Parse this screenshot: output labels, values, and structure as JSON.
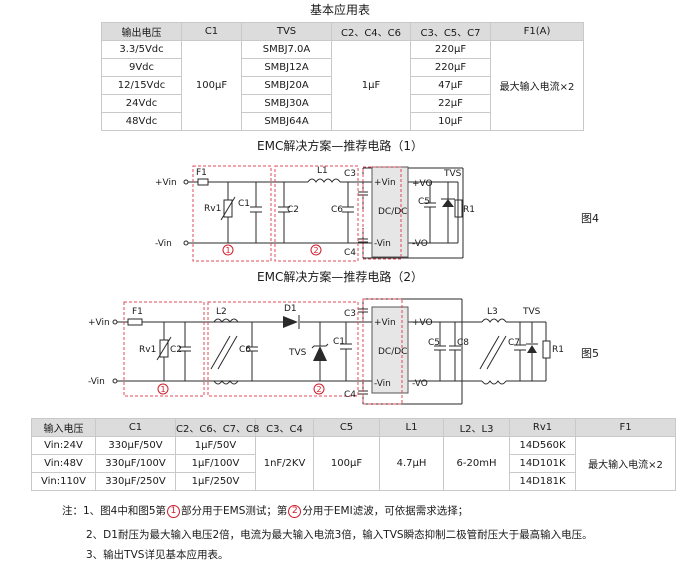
{
  "table1": {
    "title": "基本应用表",
    "headers": [
      "输出电压",
      "C1",
      "TVS",
      "C2、C4、C6",
      "C3、C5、C7",
      "F1(A)"
    ],
    "voltages": [
      "3.3/5Vdc",
      "9Vdc",
      "12/15Vdc",
      "24Vdc",
      "48Vdc"
    ],
    "c1": "100μF",
    "tvs": [
      "SMBJ7.0A",
      "SMBJ12A",
      "SMBJ20A",
      "SMBJ30A",
      "SMBJ64A"
    ],
    "c246": "1μF",
    "c357": [
      "220μF",
      "220μF",
      "47μF",
      "22μF",
      "10μF"
    ],
    "f1": "最大输入电流×2"
  },
  "circuit1": {
    "title": "EMC解决方案—推荐电路（1）",
    "figure": "图4",
    "labels": {
      "vin_pos": "+Vin",
      "vin_neg": "-Vin",
      "f1": "F1",
      "rv1": "Rv1",
      "c1": "C1",
      "c2": "C2",
      "l1": "L1",
      "c6": "C6",
      "c3": "C3",
      "c4": "C4",
      "c5": "C5",
      "r1": "R1",
      "tvs": "TVS",
      "mod_vin_pos": "+Vin",
      "mod_vin_neg": "-Vin",
      "mod_vo_pos": "+VO",
      "mod_vo_neg": "-VO",
      "module": "DC/DC",
      "circle1": "1",
      "circle2": "2"
    }
  },
  "circuit2": {
    "title": "EMC解决方案—推荐电路（2）",
    "figure": "图5",
    "labels": {
      "vin_pos": "+Vin",
      "vin_neg": "-Vin",
      "f1": "F1",
      "rv1": "Rv1",
      "c2": "C2",
      "l2": "L2",
      "c6": "C6",
      "d1": "D1",
      "tvs_in": "TVS",
      "c3": "C3",
      "c1": "C1",
      "c4": "C4",
      "mod_vin_pos": "+Vin",
      "mod_vin_neg": "-Vin",
      "mod_vo_pos": "+VO",
      "mod_vo_neg": "-VO",
      "module": "DC/DC",
      "c5": "C5",
      "c8": "C8",
      "l3": "L3",
      "c7": "C7",
      "tvs_out": "TVS",
      "r1": "R1",
      "circle1": "1",
      "circle2": "2"
    }
  },
  "table2": {
    "headers": [
      "输入电压",
      "C1",
      "C2、C6、C7、C8",
      "C3、C4",
      "C5",
      "L1",
      "L2、L3",
      "Rv1",
      "F1"
    ],
    "rows": [
      {
        "vin": "Vin:24V",
        "c1": "330μF/50V",
        "c2678": "1μF/50V",
        "rv1": "14D560K"
      },
      {
        "vin": "Vin:48V",
        "c1": "330μF/100V",
        "c2678": "1μF/100V",
        "rv1": "14D101K"
      },
      {
        "vin": "Vin:110V",
        "c1": "330μF/250V",
        "c2678": "1μF/250V",
        "rv1": "14D181K"
      }
    ],
    "c34": "1nF/2KV",
    "c5": "100μF",
    "l1": "4.7μH",
    "l23": "6-20mH",
    "f1": "最大输入电流×2"
  },
  "notes": {
    "n1_a": "注：1、图4中和图5第",
    "n1_circle1": "1",
    "n1_b": "部分用于EMS测试；第",
    "n1_circle2": "2",
    "n1_c": "分用于EMI滤波，可依据需求选择；",
    "n2": "2、D1耐压为最大输入电压2倍，电流为最大输入电流3倍，输入TVS瞬态抑制二极管耐压大于最高输入电压。",
    "n3": "3、输出TVS详见基本应用表。"
  },
  "colors": {
    "dashed_box": "#e0485a",
    "wire": "#2a2a2a",
    "header_bg": "#dcdcdc"
  }
}
